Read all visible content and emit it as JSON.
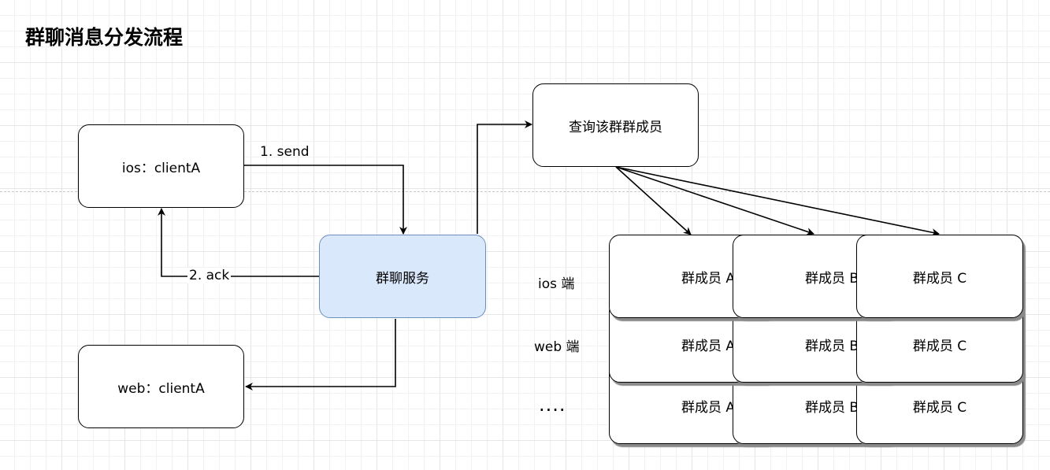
{
  "title": "群聊消息分发流程",
  "nodes": {
    "ios_client": "ios：clientA",
    "web_client": "web：clientA",
    "group_service": "群聊服务",
    "query_members": "查询该群群成员"
  },
  "edges": {
    "send": "1. send",
    "ack": "2. ack"
  },
  "row_labels": {
    "ios": "ios 端",
    "web": "web 端",
    "more": "...."
  },
  "members": {
    "a": "群成员 A",
    "b": "群成员 B",
    "c": "群成员 C"
  },
  "colors": {
    "service_fill": "#dae8fc",
    "service_stroke": "#6c8ebf",
    "stroke": "#000000"
  }
}
